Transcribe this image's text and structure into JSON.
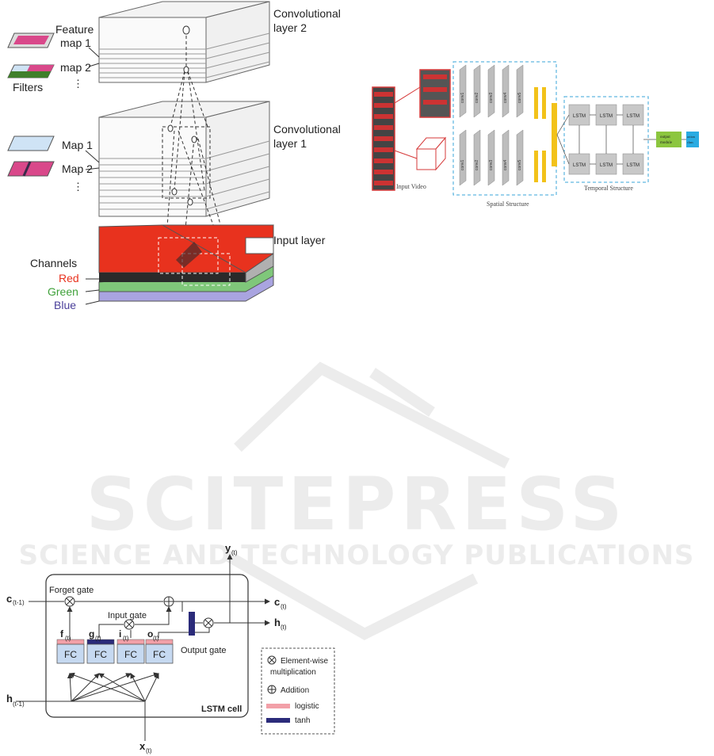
{
  "watermark": {
    "title": "SCITEPRESS",
    "subtitle": "SCIENCE AND TECHNOLOGY PUBLICATIONS"
  },
  "cnn_figure": {
    "conv2_label": [
      "Convolutional",
      "layer 2"
    ],
    "conv1_label": [
      "Convolutional",
      "layer 1"
    ],
    "input_label": "Input layer",
    "feature_map1": [
      "Feature",
      "map 1"
    ],
    "feature_map2": "map 2",
    "filters": "Filters",
    "map1": "Map 1",
    "map2": "Map 2",
    "ellipsis": "⋮",
    "channels_title": "Channels",
    "channels": [
      "Red",
      "Green",
      "Blue"
    ],
    "colors": {
      "red": "#e8321e",
      "green": "#7fc77a",
      "blue": "#a9a4e0",
      "pink": "#d9488a",
      "lightblue": "#cfe3f5"
    }
  },
  "cnn_lstm_figure": {
    "input_video": "Input Video",
    "spatial_structure": "Spatial Structure",
    "temporal_structure": "Temporal Structure",
    "conv_top": [
      "conv1",
      "conv2",
      "conv3",
      "conv4",
      "conv5"
    ],
    "conv_bottom": [
      "conv1",
      "conv2",
      "conv3",
      "conv4",
      "conv5"
    ],
    "lstm": "LSTM",
    "output_module": [
      "output",
      "module"
    ],
    "action_class": [
      "action",
      "class"
    ],
    "colors": {
      "dashed": "#3aa6d8",
      "fc": "#f2c21a",
      "output": "#8cc63f",
      "action": "#29abe2"
    }
  },
  "lstm_figure": {
    "c_prev": "c",
    "c_prev_sub": "(t-1)",
    "h_prev": "h",
    "h_prev_sub": "(t-1)",
    "x": "x",
    "x_sub": "(t)",
    "y": "y",
    "y_sub": "(t)",
    "c_out": "c",
    "c_out_sub": "(t)",
    "h_out": "h",
    "h_out_sub": "(t)",
    "forget_gate": "Forget gate",
    "input_gate": "Input gate",
    "output_gate": "Output gate",
    "cell_label": "LSTM cell",
    "gate_vars": [
      {
        "v": "f",
        "s": "(t)"
      },
      {
        "v": "g",
        "s": "(t)"
      },
      {
        "v": "i",
        "s": "(t)"
      },
      {
        "v": "o",
        "s": "(t)"
      }
    ],
    "fc": "FC",
    "legend": {
      "mult": [
        "Element-wise",
        "multiplication"
      ],
      "add": "Addition",
      "logistic": "logistic",
      "tanh": "tanh"
    },
    "colors": {
      "fc": "#c6d9f1",
      "logistic": "#f2a0a8",
      "tanh": "#2b2b7a"
    }
  }
}
